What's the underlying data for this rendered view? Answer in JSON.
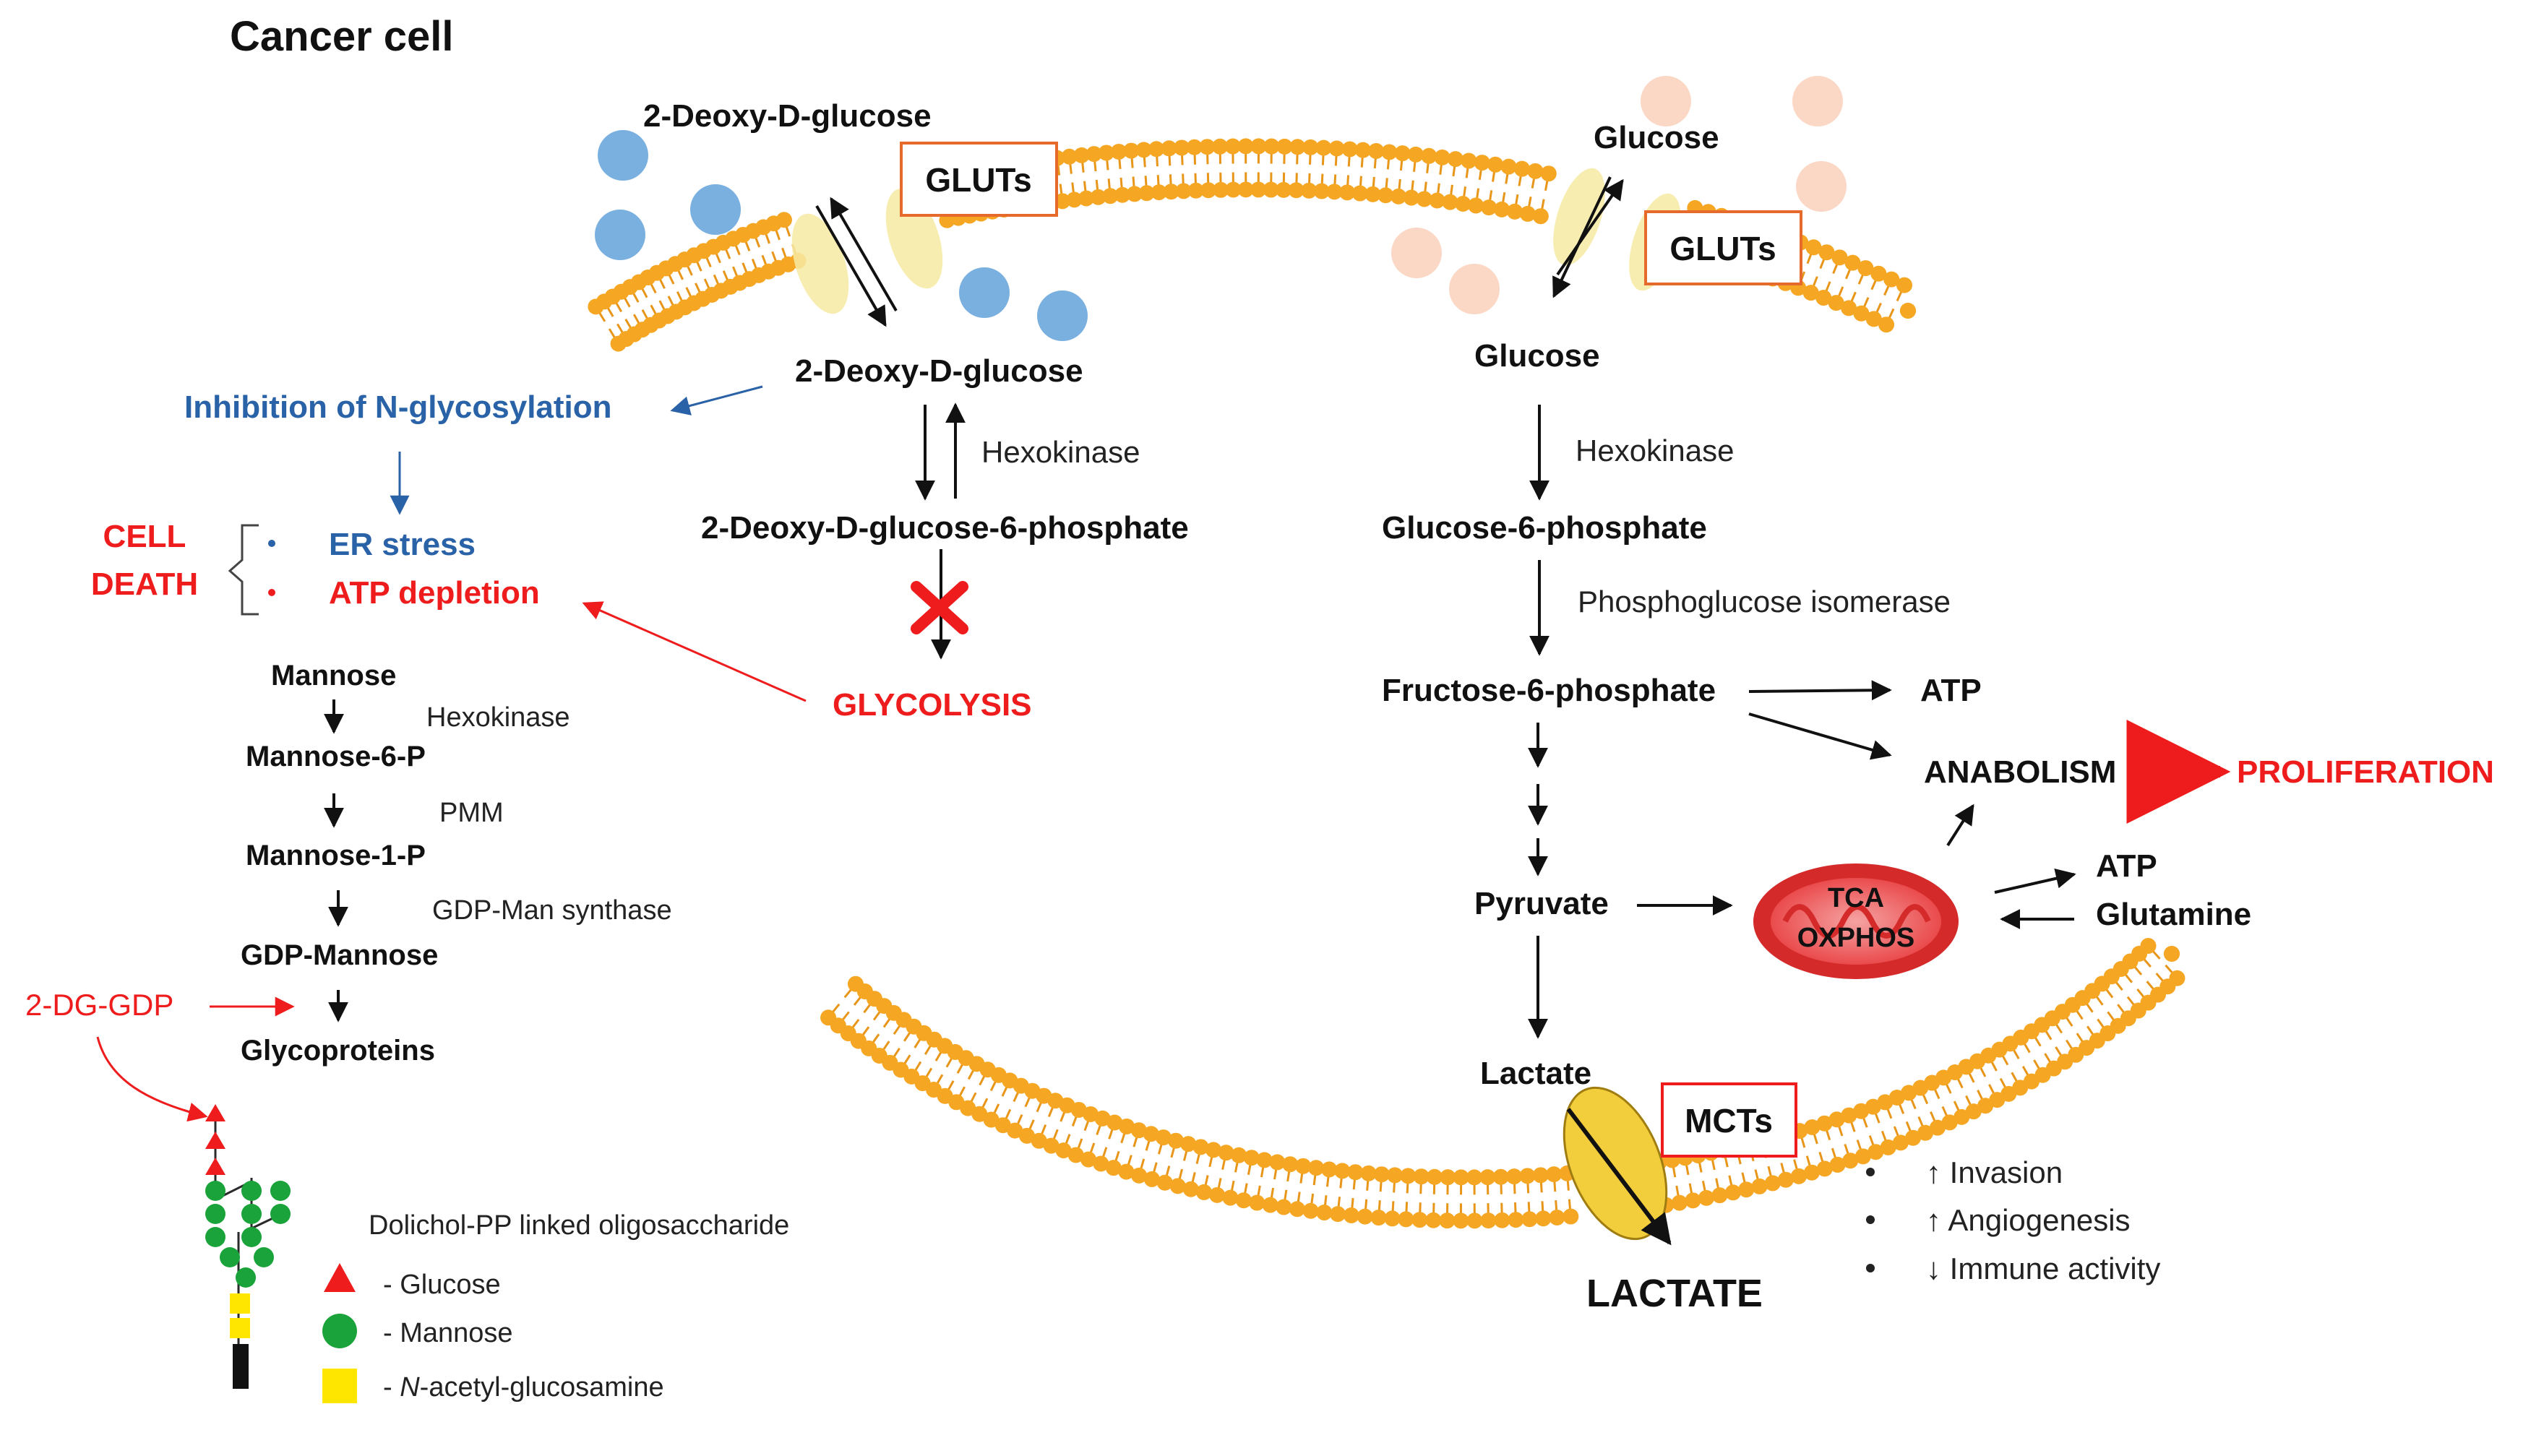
{
  "labels": {
    "title": "Cancer cell",
    "dg": "2-Deoxy-D-glucose",
    "gluts": "GLUTs",
    "mcts": "MCTs",
    "dg6p": "2-Deoxy-D-glucose-6-phosphate",
    "hexokinase": "Hexokinase",
    "glycolysis": "GLYCOLYSIS",
    "inhibition": "Inhibition of N-glycosylation",
    "cell_death_1": "CELL",
    "cell_death_2": "DEATH",
    "er_stress": "ER stress",
    "atp_depletion": "ATP depletion",
    "mannose": "Mannose",
    "mannose_6p": "Mannose-6-P",
    "pmm": "PMM",
    "mannose_1p": "Mannose-1-P",
    "gdp_man_synthase": "GDP-Man synthase",
    "gdp_mannose": "GDP-Mannose",
    "dg_gdp": "2-DG-GDP",
    "glycoproteins": "Glycoproteins",
    "dolichol": "Dolichol-PP linked oligosaccharide",
    "legend_glucose": "- Glucose",
    "legend_mannose": "- Mannose",
    "legend_glcnac_prefix": "- ",
    "legend_glcnac_italic": "N",
    "legend_glcnac_suffix": "-acetyl-glucosamine",
    "glucose": "Glucose",
    "g6p": "Glucose-6-phosphate",
    "pgi": "Phosphoglucose isomerase",
    "f6p": "Fructose-6-phosphate",
    "atp": "ATP",
    "anabolism": "ANABOLISM",
    "proliferation": "PROLIFERATION",
    "pyruvate": "Pyruvate",
    "glutamine": "Glutamine",
    "tca": "TCA",
    "oxphos": "OXPHOS",
    "lactate": "Lactate",
    "lactate_out": "LACTATE",
    "effect_invasion": "↑ Invasion",
    "effect_angiogenesis": "↑ Angiogenesis",
    "effect_immune": "↓ Immune activity"
  },
  "colors": {
    "membrane_head": "#f5a623",
    "membrane_tail": "#e8961a",
    "accent_red": "#ee1c1c",
    "accent_blue": "#2a62a8",
    "glut_border": "#e66a2c",
    "dg_molecule": "#79b0e0",
    "glucose_molecule": "#fbd8c6"
  }
}
